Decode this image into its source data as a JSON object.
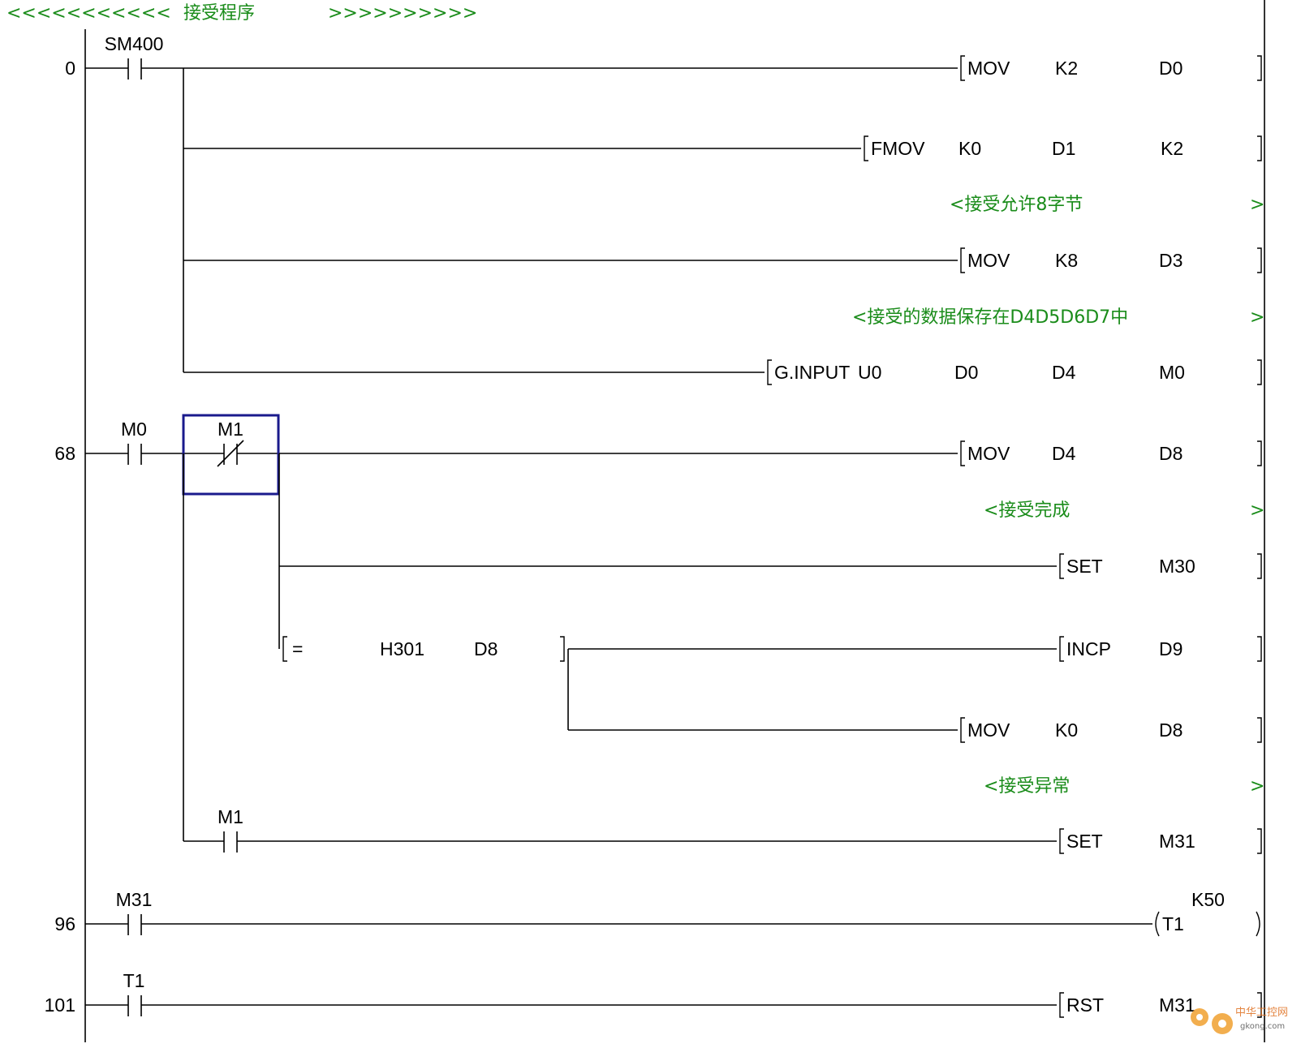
{
  "header": {
    "left_arrows": "<<<<<<<<<<<",
    "title": "接受程序",
    "right_arrows": ">>>>>>>>>>"
  },
  "rung0": {
    "step": "0",
    "contact": "SM400",
    "i1": {
      "op": "MOV",
      "a1": "K2",
      "a2": "D0"
    },
    "i2": {
      "op": "FMOV",
      "a1": "K0",
      "a2": "D1",
      "a3": "K2"
    },
    "c1": "<接受允许8字节",
    "i3": {
      "op": "MOV",
      "a1": "K8",
      "a2": "D3"
    },
    "c2": "<接受的数据保存在D4D5D6D7中",
    "i4": {
      "op": "G.INPUT",
      "a1": "U0",
      "a2": "D0",
      "a3": "D4",
      "a4": "M0"
    }
  },
  "rung68": {
    "step": "68",
    "contact1": "M0",
    "contact2": "M1",
    "i1": {
      "op": "MOV",
      "a1": "D4",
      "a2": "D8"
    },
    "c1": "<接受完成",
    "i2": {
      "op": "SET",
      "a1": "M30"
    },
    "compare": {
      "op": "=",
      "a1": "H301",
      "a2": "D8"
    },
    "i3": {
      "op": "INCP",
      "a1": "D9"
    },
    "i4": {
      "op": "MOV",
      "a1": "K0",
      "a2": "D8"
    },
    "c2": "<接受异常",
    "contact3": "M1",
    "i5": {
      "op": "SET",
      "a1": "M31"
    }
  },
  "rung96": {
    "step": "96",
    "contact": "M31",
    "timer": "T1",
    "preset": "K50"
  },
  "rung101": {
    "step": "101",
    "contact": "T1",
    "i1": {
      "op": "RST",
      "a1": "M31"
    }
  },
  "comment_end": ">",
  "watermark": {
    "text": "中华工控网",
    "url": "gkong.com"
  }
}
